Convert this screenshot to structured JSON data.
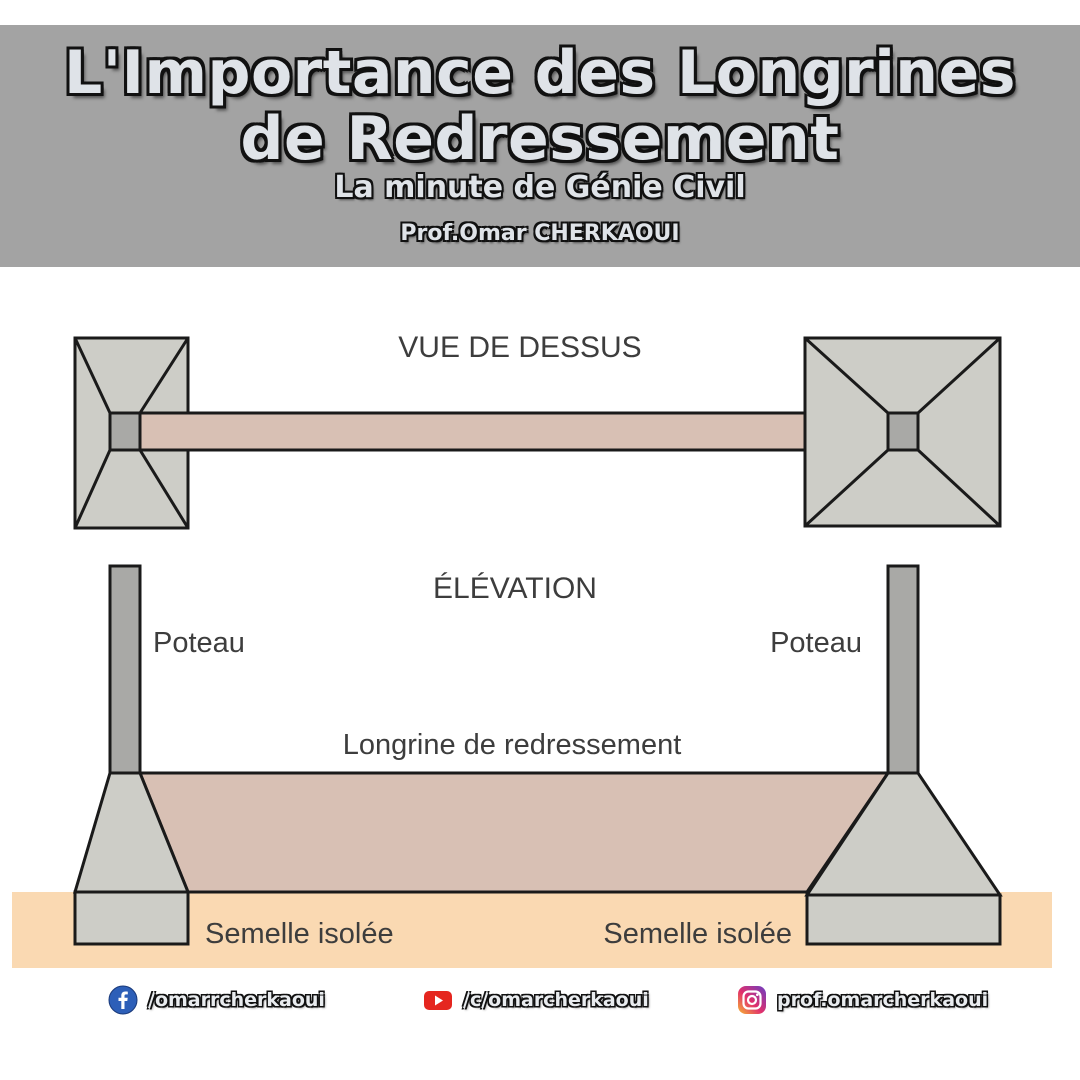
{
  "header": {
    "title_line1": "L'Importance des Longrines",
    "title_line2": "de Redressement",
    "subtitle": "La minute de Génie Civil",
    "author": "Prof.Omar CHERKAOUI",
    "background_color": "#a3a3a3"
  },
  "diagram": {
    "top_view_label": "VUE DE DESSUS",
    "elevation_label": "ÉLÉVATION",
    "left_column_label": "Poteau",
    "right_column_label": "Poteau",
    "beam_label": "Longrine de redressement",
    "left_footing_label": "Semelle isolée",
    "right_footing_label": "Semelle isolée",
    "colors": {
      "concrete": "#cdcdc7",
      "column": "#a9a9a6",
      "beam": "#d8c0b4",
      "ground": "#fad9b2",
      "outline": "#1a1a1a"
    }
  },
  "social": {
    "facebook": {
      "icon": "facebook-icon",
      "handle": "/omarrcherkaoui"
    },
    "youtube": {
      "icon": "youtube-icon",
      "handle": "/c/omarcherkaoui"
    },
    "instagram": {
      "icon": "instagram-icon",
      "handle": "prof.omarcherkaoui"
    }
  }
}
